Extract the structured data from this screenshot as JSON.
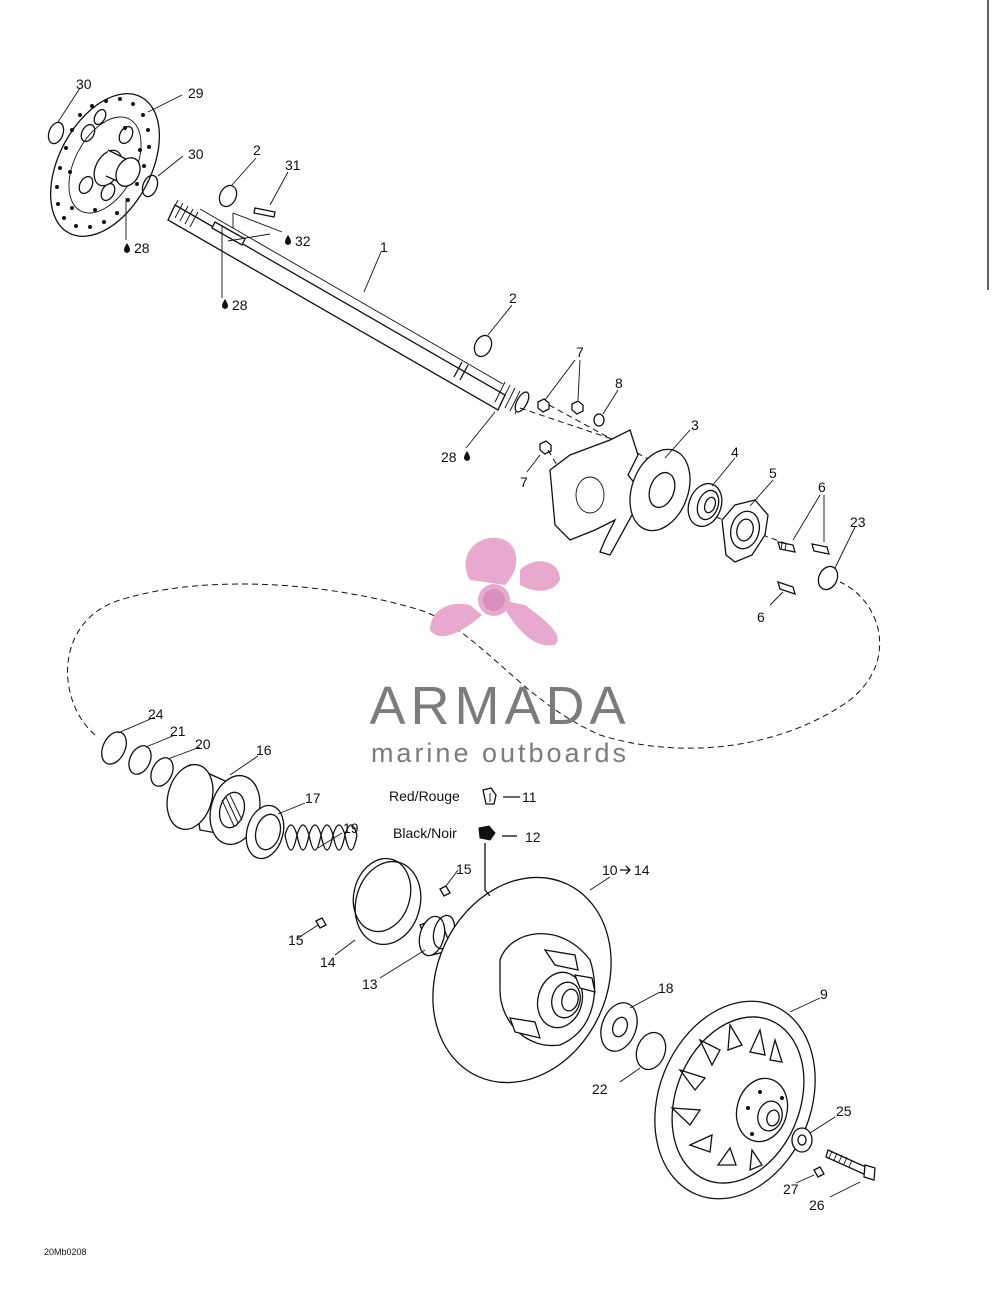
{
  "drawing_code": "20Mb0208",
  "watermark": {
    "name": "ARMADA",
    "tagline": "marine outboards",
    "logo_color": "#e8a9cf",
    "text_color": "#7c7c7c"
  },
  "legend": {
    "red": "Red/Rouge",
    "black": "Black/Noir"
  },
  "callouts": {
    "c1": "1",
    "c2a": "2",
    "c2b": "2",
    "c3": "3",
    "c4": "4",
    "c5": "5",
    "c6a": "6",
    "c6b": "6",
    "c7a": "7",
    "c7b": "7",
    "c8": "8",
    "c9": "9",
    "c10": "10",
    "c14a": "14",
    "c11": "11",
    "c12": "12",
    "c13": "13",
    "c14": "14",
    "c15a": "15",
    "c15b": "15",
    "c16": "16",
    "c17": "17",
    "c18": "18",
    "c19": "19",
    "c20": "20",
    "c21": "21",
    "c22": "22",
    "c23": "23",
    "c24": "24",
    "c25": "25",
    "c26": "26",
    "c27": "27",
    "c28a": "28",
    "c28b": "28",
    "c28c": "28",
    "c29": "29",
    "c30a": "30",
    "c30b": "30",
    "c31": "31",
    "c32": "32"
  }
}
